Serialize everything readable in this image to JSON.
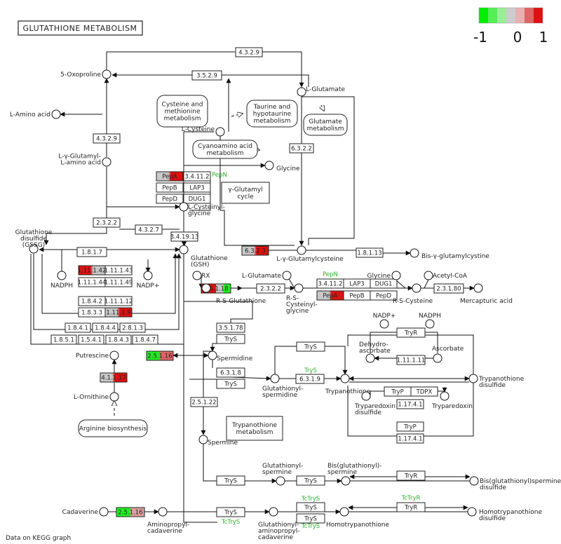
{
  "title": "GLUTATHIONE METABOLISM",
  "legend": {
    "min_label": "-1",
    "mid_label": "0",
    "max_label": "1",
    "colors": [
      "#00ee00",
      "#55ee55",
      "#99ee99",
      "#cccccc",
      "#e8b0b0",
      "#dd6666",
      "#dd1111"
    ]
  },
  "compounds": [
    {
      "id": "oxoproline",
      "label": "5-Oxoproline"
    },
    {
      "id": "lglutamate_top",
      "label": "L-Glutamate"
    },
    {
      "id": "lamino",
      "label": "L-Amino acid"
    },
    {
      "id": "lcysteine",
      "label": "L-Cysteine"
    },
    {
      "id": "glycine",
      "label": "Glycine"
    },
    {
      "id": "gglut_amino",
      "label": "L-γ-Glutamyl-\nL-amino acid"
    },
    {
      "id": "cysgly",
      "label": "L-Cysteinyl-\nglycine"
    },
    {
      "id": "gssg",
      "label": "Glutathione\ndisulfide\n(GSSG)"
    },
    {
      "id": "gsh",
      "label": "Glutathione\n(GSH)"
    },
    {
      "id": "lgglucys",
      "label": "L-γ-Glutamylcysteine"
    },
    {
      "id": "bisgglu",
      "label": "Bis-γ-glutamylcystine"
    },
    {
      "id": "nadph1",
      "label": "NADPH"
    },
    {
      "id": "nadp1",
      "label": "NADP+"
    },
    {
      "id": "rx",
      "label": "RX"
    },
    {
      "id": "rsg",
      "label": "R-S-Glutathione"
    },
    {
      "id": "lglutamate_mid",
      "label": "L-Glutamate"
    },
    {
      "id": "rscysgly",
      "label": "R-S-\nCysteinyl-\nglycine"
    },
    {
      "id": "glycine2",
      "label": "Glycine"
    },
    {
      "id": "acetylcoa",
      "label": "Acetyl-CoA"
    },
    {
      "id": "rscys",
      "label": "R-S-Cysteine"
    },
    {
      "id": "mercapturic",
      "label": "Mercapturic acid"
    },
    {
      "id": "putrescine",
      "label": "Putrescine"
    },
    {
      "id": "lornithine",
      "label": "L-Ornithine"
    },
    {
      "id": "spermidine",
      "label": "Spermidine"
    },
    {
      "id": "glutspermidine",
      "label": "Glutathionyl-\nspermidine"
    },
    {
      "id": "trypanothione",
      "label": "Trypanothione"
    },
    {
      "id": "trypdisulfide",
      "label": "Trypanothione\ndisulfide"
    },
    {
      "id": "dehydroasc",
      "label": "Dehydro-\nascorbate"
    },
    {
      "id": "ascorbate",
      "label": "Ascorbate"
    },
    {
      "id": "nadp2",
      "label": "NADP+"
    },
    {
      "id": "nadph2",
      "label": "NADPH"
    },
    {
      "id": "tryparedoxin_disulfide",
      "label": "Tryparedoxin\ndisulfide"
    },
    {
      "id": "tryparedoxin",
      "label": "Tryparedoxin"
    },
    {
      "id": "spermine",
      "label": "Spermine"
    },
    {
      "id": "glutspermine",
      "label": "Glutathionyl-\nspermine"
    },
    {
      "id": "bisglutspermine",
      "label": "Bis(glutathionyl)-\nspermine"
    },
    {
      "id": "bisglutspermine_disulfide",
      "label": "Bis(glutathionyl)spermine\ndisulfide"
    },
    {
      "id": "cadaverine",
      "label": "Cadaverine"
    },
    {
      "id": "aminopropylcad",
      "label": "Aminopropyl-\ncadaverine"
    },
    {
      "id": "glutaminopropylcad",
      "label": "Glutathionyl-\naminopropyl-\ncadaverine"
    },
    {
      "id": "homotrypanothione",
      "label": "Homotrypanothione"
    },
    {
      "id": "homotryp_disulfide",
      "label": "Homotrypanothione\ndisulfide"
    }
  ],
  "maps": [
    {
      "id": "cys_met",
      "label": "Cysteine and\nmethionine\nmetabolism"
    },
    {
      "id": "taurine",
      "label": "Taurine and\nhypotaurine\nmetabolism"
    },
    {
      "id": "glutamate",
      "label": "Glutamate\nmetabolism"
    },
    {
      "id": "cyanoamino",
      "label": "Cyanoamino acid\nmetabolism"
    },
    {
      "id": "ggcycle",
      "label": "γ-Glutamyl\ncycle"
    },
    {
      "id": "arginine",
      "label": "Arginine biosynthesis"
    },
    {
      "id": "trypmet",
      "label": "Trypanothione\nmetabolism"
    }
  ],
  "enzymes": [
    {
      "id": "e4329a",
      "label": "4.3.2.9"
    },
    {
      "id": "e3529",
      "label": "3.5.2.9"
    },
    {
      "id": "e4329b",
      "label": "4.3.2.9"
    },
    {
      "id": "e6322",
      "label": "6.3.2.2"
    },
    {
      "id": "epepa1",
      "label": "PepA"
    },
    {
      "id": "e34112a",
      "label": "3.4.11.2"
    },
    {
      "id": "pepn1",
      "label": "PepN"
    },
    {
      "id": "epepb1",
      "label": "PepB"
    },
    {
      "id": "elap3a",
      "label": "LAP3"
    },
    {
      "id": "epepd1",
      "label": "PepD"
    },
    {
      "id": "edug1a",
      "label": "DUG1"
    },
    {
      "id": "e2322a",
      "label": "2.3.2.2"
    },
    {
      "id": "e4327",
      "label": "4.3.2.7"
    },
    {
      "id": "e341913",
      "label": "3.4.19.13"
    },
    {
      "id": "e6323",
      "label": "6.3.2.3"
    },
    {
      "id": "e1817",
      "label": "1.8.1.7"
    },
    {
      "id": "e11142",
      "label": "1.11.1.42"
    },
    {
      "id": "e11143",
      "label": "1.11.1.43"
    },
    {
      "id": "e11144",
      "label": "1.11.1.44"
    },
    {
      "id": "e11149",
      "label": "1.11.1.49"
    },
    {
      "id": "e1842",
      "label": "1.8.4.2"
    },
    {
      "id": "e111112",
      "label": "1.11.1.12"
    },
    {
      "id": "e1833",
      "label": "1.8.3.3"
    },
    {
      "id": "e11119",
      "label": "1.11.1.9"
    },
    {
      "id": "e1841",
      "label": "1.8.4.1"
    },
    {
      "id": "e1844",
      "label": "1.8.4.4"
    },
    {
      "id": "e2813",
      "label": "2.8.1.3"
    },
    {
      "id": "e1851",
      "label": "1.8.5.1"
    },
    {
      "id": "e1541",
      "label": "1.5.4.1"
    },
    {
      "id": "e1843",
      "label": "1.8.4.3"
    },
    {
      "id": "e1847",
      "label": "1.8.4.7"
    },
    {
      "id": "e18113",
      "label": "1.8.1.13"
    },
    {
      "id": "e25118",
      "label": "2.5.1.18"
    },
    {
      "id": "e2322b",
      "label": "2.3.2.2"
    },
    {
      "id": "pepn2",
      "label": "PepN"
    },
    {
      "id": "e34112b",
      "label": "3.4.11.2"
    },
    {
      "id": "elap3b",
      "label": "LAP3"
    },
    {
      "id": "edug1b",
      "label": "DUG1"
    },
    {
      "id": "epepa2",
      "label": "PepA"
    },
    {
      "id": "epepb2",
      "label": "PepB"
    },
    {
      "id": "epepd2",
      "label": "PepD"
    },
    {
      "id": "e23180",
      "label": "2.3.1.80"
    },
    {
      "id": "e35178",
      "label": "3.5.1.78"
    },
    {
      "id": "etrys1",
      "label": "TryS"
    },
    {
      "id": "etrys2",
      "label": "TryS"
    },
    {
      "id": "etrys_green",
      "label": "TryS"
    },
    {
      "id": "e6318",
      "label": "6.3.1.8"
    },
    {
      "id": "etrys3",
      "label": "TryS"
    },
    {
      "id": "e6319",
      "label": "6.3.1.9"
    },
    {
      "id": "etryr1",
      "label": "TryR"
    },
    {
      "id": "e111111",
      "label": "1.11.1.11"
    },
    {
      "id": "etryp1",
      "label": "TryP"
    },
    {
      "id": "etdpx",
      "label": "TDPX"
    },
    {
      "id": "e11741",
      "label": "1.17.4.1"
    },
    {
      "id": "etryp2",
      "label": "TryP"
    },
    {
      "id": "e11741b",
      "label": "1.17.4.1"
    },
    {
      "id": "e25116a",
      "label": "2.5.1.16"
    },
    {
      "id": "e41117",
      "label": "4.1.1.17"
    },
    {
      "id": "e25122",
      "label": "2.5.1.22"
    },
    {
      "id": "etrys4",
      "label": "TryS"
    },
    {
      "id": "etrys5",
      "label": "TryS"
    },
    {
      "id": "etryr2",
      "label": "TryR"
    },
    {
      "id": "e25116b",
      "label": "2.5.1.16"
    },
    {
      "id": "etrys6",
      "label": "TryS"
    },
    {
      "id": "tctrys_a",
      "label": "TcTryS"
    },
    {
      "id": "etrys7",
      "label": "TryS"
    },
    {
      "id": "etrys8",
      "label": "TryS"
    },
    {
      "id": "tctrys_b",
      "label": "TcTryS"
    },
    {
      "id": "tctryr",
      "label": "TcTryR"
    },
    {
      "id": "etryr3",
      "label": "TryR"
    },
    {
      "id": "tctrys_c",
      "label": "TcTryS"
    }
  ],
  "footer": {
    "text": "Data on KEGG graph"
  }
}
